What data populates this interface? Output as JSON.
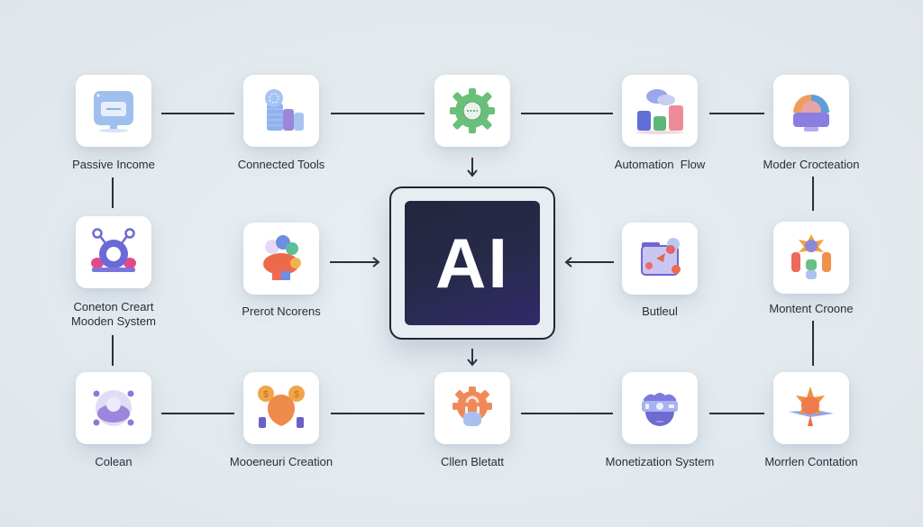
{
  "diagram": {
    "center": {
      "label": "AI",
      "colors": {
        "frame": "#23262f",
        "fill_top": "#22263e",
        "fill_bottom": "#33296a",
        "text": "#ffffff"
      }
    },
    "background": "#e4ebef",
    "connector_color": "#2b2f3a",
    "nodes": [
      {
        "id": "passive-income",
        "label": "Passive Income",
        "icon": "monitor-icon"
      },
      {
        "id": "connected-tools",
        "label": "Connected Tools",
        "icon": "database-stack-icon"
      },
      {
        "id": "gear-top",
        "label": "",
        "icon": "gear-icon"
      },
      {
        "id": "automation-flow",
        "label": "Automation  Flow",
        "icon": "bar-cylinders-icon"
      },
      {
        "id": "moder-crocteation",
        "label": "Moder Crocteation",
        "icon": "dome-machine-icon"
      },
      {
        "id": "coneton-creart",
        "label_line1": "Coneton Creart",
        "label_line2": "Mooden System",
        "icon": "robot-ring-icon"
      },
      {
        "id": "prerot-ncorens",
        "label": "Prerot Ncorens",
        "icon": "colorful-cluster-icon"
      },
      {
        "id": "butleul",
        "label": "Butleul",
        "icon": "folder-media-icon"
      },
      {
        "id": "montent-croone",
        "label": "Montent Croone",
        "icon": "tubes-star-icon"
      },
      {
        "id": "colean",
        "label": "Colean",
        "icon": "network-sphere-icon"
      },
      {
        "id": "mooeneuri-creation",
        "label": "Mooeneuri Creation",
        "icon": "coin-character-icon"
      },
      {
        "id": "cllen-bletatt",
        "label": "Cllen Bletatt",
        "icon": "gear-hand-icon"
      },
      {
        "id": "monetization-system",
        "label": "Monetization System",
        "icon": "vr-headset-icon"
      },
      {
        "id": "morrlen-contation",
        "label": "Morrlen Contation",
        "icon": "rocket-star-icon"
      }
    ]
  }
}
